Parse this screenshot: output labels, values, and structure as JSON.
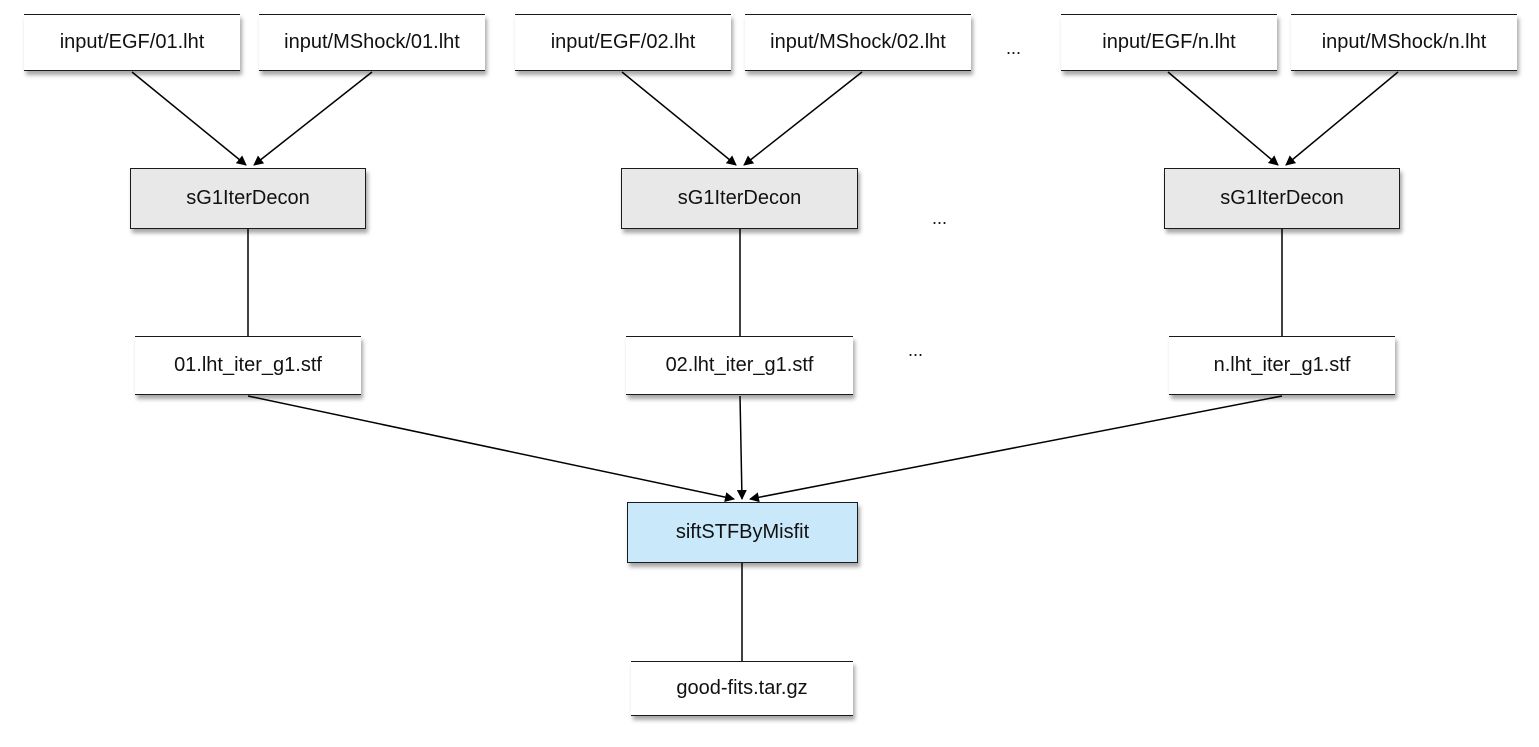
{
  "inputs": [
    {
      "egf": "input/EGF/01.lht",
      "mshock": "input/MShock/01.lht"
    },
    {
      "egf": "input/EGF/02.lht",
      "mshock": "input/MShock/02.lht"
    },
    {
      "egf": "input/EGF/n.lht",
      "mshock": "input/MShock/n.lht"
    }
  ],
  "decon_jobs": [
    "sG1IterDecon",
    "sG1IterDecon",
    "sG1IterDecon"
  ],
  "stf_outputs": [
    "01.lht_iter_g1.stf",
    "02.lht_iter_g1.stf",
    "n.lht_iter_g1.stf"
  ],
  "sift_job": "siftSTFByMisfit",
  "final_output": "good-fits.tar.gz",
  "ellipsis": "...",
  "colors": {
    "job_fill": "#e8e8e8",
    "sift_fill": "#c9e9fb",
    "file_fill": "#ffffff",
    "stroke": "#1a1a1a"
  }
}
